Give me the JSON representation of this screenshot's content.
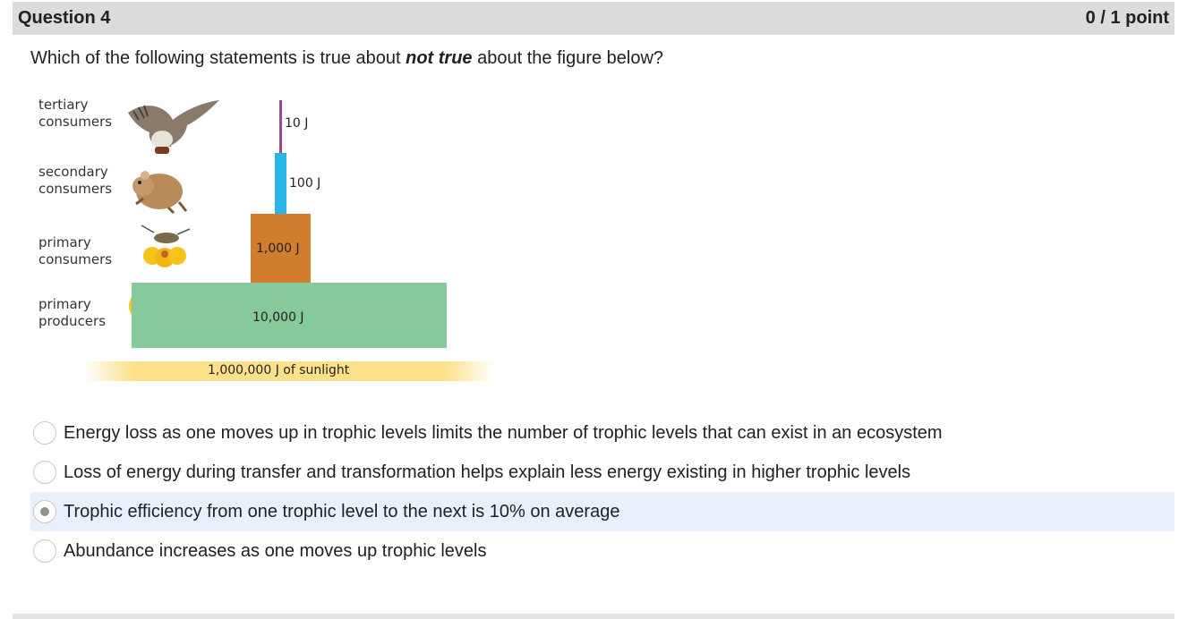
{
  "question": {
    "title": "Question 4",
    "points": "0 / 1 point",
    "prompt_start": "Which of the following statements is true about ",
    "prompt_emphasis": "not true",
    "prompt_end": " about the figure below?"
  },
  "figure": {
    "levels": {
      "tertiary": [
        "tertiary",
        "consumers"
      ],
      "secondary": [
        "secondary",
        "consumers"
      ],
      "primary_consumers": [
        "primary",
        "consumers"
      ],
      "producers": [
        "primary",
        "producers"
      ]
    },
    "energy": {
      "tertiary": "10 J",
      "secondary": "100 J",
      "primary_consumers": "1,000 J",
      "producers": "10,000 J",
      "sunlight": "1,000,000 J of sunlight"
    },
    "colors": {
      "tertiary": "#a0468e",
      "secondary": "#27b7e6",
      "primary_consumers": "#d07d2e",
      "producers": "#86c99b",
      "sunlight": "#fde08a"
    }
  },
  "choices": [
    {
      "label": "Energy loss as one moves up in trophic levels limits the number of trophic levels that can exist in an ecosystem",
      "selected": false
    },
    {
      "label": "Loss of energy during transfer and transformation helps explain less energy existing in higher trophic levels",
      "selected": false
    },
    {
      "label": "Trophic efficiency from one trophic level to the next is 10% on average",
      "selected": true
    },
    {
      "label": "Abundance increases as one moves up trophic levels",
      "selected": false
    }
  ]
}
